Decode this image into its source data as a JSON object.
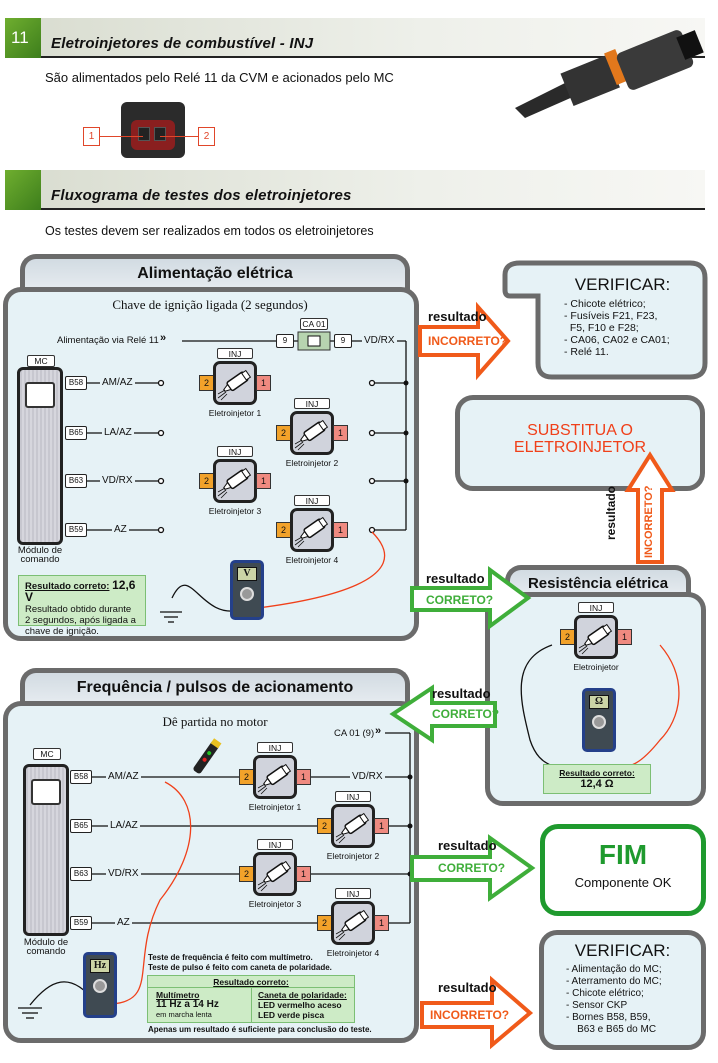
{
  "header1": {
    "number": "11",
    "title": "Eletroinjetores de combustível - INJ"
  },
  "intro": "São alimentados pelo Relé 11 da CVM e acionados pelo MC",
  "connector": {
    "pin_left": "1",
    "pin_right": "2"
  },
  "header2": {
    "title": "Fluxograma de testes dos eletroinjetores"
  },
  "tests_note": "Os testes devem ser realizados em todos os eletroinjetores",
  "panel1": {
    "title": "Alimentação elétrica",
    "subtitle": "Chave de ignição ligada (2 segundos)",
    "ca_label": "CA 01",
    "ca_pin_left": "9",
    "ca_pin_right": "9",
    "feed_label": "Alimentação via Relé 11",
    "feed_wire": "VD/RX",
    "mc_label": "MC",
    "mc_caption": "Módulo de comando",
    "rows": [
      {
        "pin": "B58",
        "wire": "AM/AZ"
      },
      {
        "pin": "B65",
        "wire": "LA/AZ"
      },
      {
        "pin": "B63",
        "wire": "VD/RX"
      },
      {
        "pin": "B59",
        "wire": "AZ"
      }
    ],
    "injectors": [
      {
        "tag": "INJ",
        "name": "Eletroinjetor 1",
        "pin_left": "2",
        "pin_right": "1"
      },
      {
        "tag": "INJ",
        "name": "Eletroinjetor 2",
        "pin_left": "2",
        "pin_right": "1"
      },
      {
        "tag": "INJ",
        "name": "Eletroinjetor 3",
        "pin_left": "2",
        "pin_right": "1"
      },
      {
        "tag": "INJ",
        "name": "Eletroinjetor 4",
        "pin_left": "2",
        "pin_right": "1"
      }
    ],
    "meter": "V",
    "result": {
      "label": "Resultado correto:",
      "value": "12,6 V",
      "note": "Resultado obtido durante 2 segundos, após ligada a chave de ignição."
    }
  },
  "panel2": {
    "title": "Frequência / pulsos de acionamento",
    "subtitle": "Dê partida no motor",
    "ca_label": "CA 01 (9)",
    "out_wire": "VD/RX",
    "mc_label": "MC",
    "mc_caption": "Módulo de comando",
    "rows": [
      {
        "pin": "B58",
        "wire": "AM/AZ"
      },
      {
        "pin": "B65",
        "wire": "LA/AZ"
      },
      {
        "pin": "B63",
        "wire": "VD/RX"
      },
      {
        "pin": "B59",
        "wire": "AZ"
      }
    ],
    "injectors": [
      {
        "tag": "INJ",
        "name": "Eletroinjetor 1",
        "pin_left": "2",
        "pin_right": "1"
      },
      {
        "tag": "INJ",
        "name": "Eletroinjetor 2",
        "pin_left": "2",
        "pin_right": "1"
      },
      {
        "tag": "INJ",
        "name": "Eletroinjetor 3",
        "pin_left": "2",
        "pin_right": "1"
      },
      {
        "tag": "INJ",
        "name": "Eletroinjetor 4",
        "pin_left": "2",
        "pin_right": "1"
      }
    ],
    "meter": "Hz",
    "note1": "Teste de frequência é feito com multímetro.",
    "note2": "Teste de pulso é feito com caneta de polaridade.",
    "result": {
      "header": "Resultado correto:",
      "left_title": "Multímetro",
      "left_value": "11 Hz a 14 Hz",
      "left_note": "em marcha lenta",
      "right_title": "Caneta de polaridade:",
      "right_line1": "LED vermelho aceso",
      "right_line2": "LED verde pisca"
    },
    "footer": "Apenas um resultado é suficiente para conclusão do teste."
  },
  "arrows": {
    "a1": {
      "top": "resultado",
      "label": "INCORRETO?",
      "color": "#f05a1a"
    },
    "a2": {
      "top": "resultado",
      "label": "CORRETO?",
      "color": "#3fae3a"
    },
    "a3": {
      "top": "resultado",
      "label": "INCORRETO?",
      "color": "#f05a1a"
    },
    "a4": {
      "top": "resultado",
      "label": "CORRETO?",
      "color": "#3fae3a"
    },
    "a5": {
      "top": "resultado",
      "label": "CORRETO?",
      "color": "#3fae3a"
    },
    "a6": {
      "top": "resultado",
      "label": "INCORRETO?",
      "color": "#f05a1a"
    }
  },
  "verify1": {
    "title": "VERIFICAR:",
    "items": [
      "- Chicote elétrico;",
      "- Fusíveis F21, F23,",
      "  F5, F10 e F28;",
      "- CA06, CA02 e CA01;",
      "- Relé 11."
    ]
  },
  "replace": {
    "line1": "SUBSTITUA O",
    "line2": "ELETROINJETOR"
  },
  "resistance": {
    "title": "Resistência elétrica",
    "tag": "INJ",
    "name": "Eletroinjetor",
    "pin_left": "2",
    "pin_right": "1",
    "meter": "Ω",
    "result_label": "Resultado correto:",
    "result_value": "12,4 Ω"
  },
  "fim": {
    "title": "FIM",
    "subtitle": "Componente OK"
  },
  "verify2": {
    "title": "VERIFICAR:",
    "items": [
      "- Alimentação do MC;",
      "- Aterramento do MC;",
      "- Chicote elétrico;",
      "- Sensor CKP",
      "- Bornes B58, B59,",
      "    B63 e B65 do MC"
    ]
  }
}
